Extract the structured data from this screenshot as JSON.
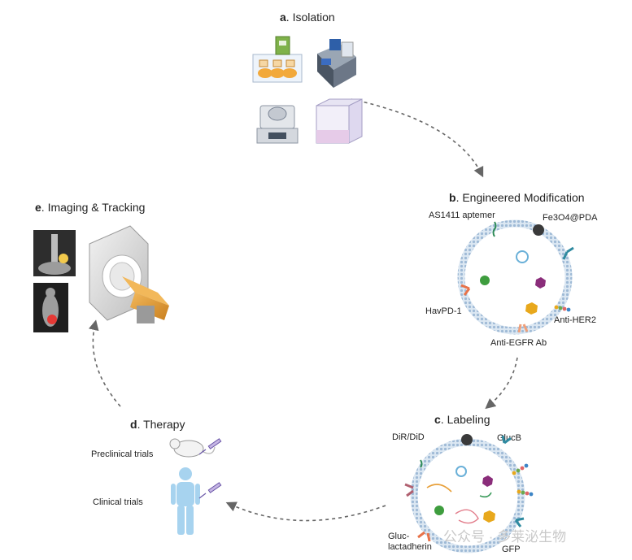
{
  "stages": {
    "a": {
      "letter": "a",
      "title": "Isolation"
    },
    "b": {
      "letter": "b",
      "title": "Engineered Modification"
    },
    "c": {
      "letter": "c",
      "title": "Labeling"
    },
    "d": {
      "letter": "d",
      "title": "Therapy"
    },
    "e": {
      "letter": "e",
      "title": "Imaging & Tracking"
    }
  },
  "modification_labels": {
    "as1411": "AS1411 aptemer",
    "fe3o4": "Fe3O4@PDA",
    "havpd1": "HavPD-1",
    "antiher2": "Anti-HER2",
    "antiegfr": "Anti-EGFR Ab"
  },
  "labeling_labels": {
    "dir": "DiR/DiD",
    "glucb": "GlucB",
    "gluc_line1": "Gluc-",
    "gluc_line2": "lactadherin",
    "gfp": "GFP"
  },
  "therapy_labels": {
    "preclinical": "Preclinical trials",
    "clinical": "Clinical trials"
  },
  "watermark": "公众号 · 多莱泌生物",
  "colors": {
    "membrane": "#a9c4dd",
    "arrow": "#666666",
    "human": "#a7d3ef",
    "scanner_bed": "#e8a33d"
  }
}
